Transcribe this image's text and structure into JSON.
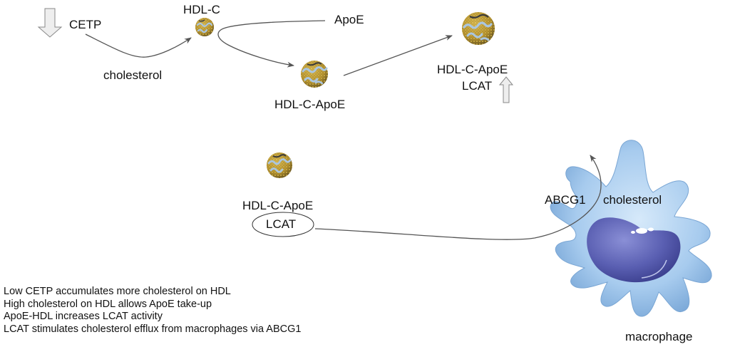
{
  "labels": {
    "cetp": "CETP",
    "hdl_c": "HDL-C",
    "apoe": "ApoE",
    "cholesterol_top": "cholesterol",
    "hdl_c_apoe_mid": "HDL-C-ApoE",
    "hdl_c_apoe_right": "HDL-C-ApoE",
    "lcat_right": "LCAT",
    "hdl_c_apoe_lower": "HDL-C-ApoE",
    "lcat_oval": "LCAT",
    "abcg1": "ABCG1",
    "cholesterol_cell": "cholesterol",
    "macrophage": "macrophage"
  },
  "indicators": {
    "cetp": "down-arrow",
    "lcat": "up-arrow"
  },
  "notes": [
    "Low CETP accumulates more cholesterol on HDL",
    "High cholesterol on HDL allows ApoE take-up",
    "ApoE-HDL increases LCAT activity",
    "LCAT stimulates cholesterol efflux from macrophages via ABCG1"
  ],
  "colors": {
    "particle_gold": "#c9a43a",
    "particle_blue": "#a8c4de",
    "cell_body": "#a9cdee",
    "nucleus": "#5a5fb0",
    "arrow": "#555555",
    "indicator_fill": "#eeeeee"
  }
}
